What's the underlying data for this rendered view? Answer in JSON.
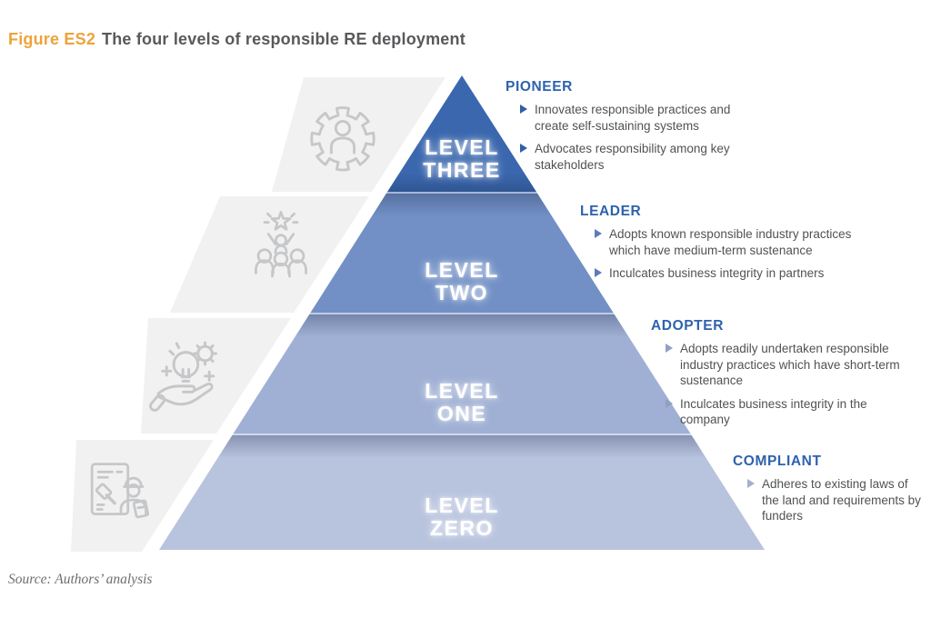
{
  "title": {
    "prefix": "Figure ES2",
    "text": "The four levels of responsible RE deployment"
  },
  "source": "Source: Authors’ analysis",
  "colors": {
    "accent_orange": "#EDA33B",
    "heading_blue": "#2D62AE",
    "panel_gray": "#F1F1F2",
    "icon_gray": "#C6C7C8",
    "level_three": "#3A67AE",
    "level_two": "#7290C6",
    "level_one": "#9FB0D4",
    "level_zero": "#B8C3DE"
  },
  "pyramid": {
    "levels": [
      {
        "label_line1": "LEVEL",
        "label_line2": "THREE",
        "color": "#3A67AE",
        "icon": "gear-person-icon",
        "annotation": {
          "heading": "PIONEER",
          "marker_color": "#2E5FA9",
          "bullets": [
            "Innovates responsible practices and create self-sustaining systems",
            "Advocates responsibility among key stakeholders"
          ]
        }
      },
      {
        "label_line1": "LEVEL",
        "label_line2": "TWO",
        "color": "#7290C6",
        "icon": "team-success-icon",
        "annotation": {
          "heading": "LEADER",
          "marker_color": "#5A7CBC",
          "bullets": [
            "Adopts known responsible industry practices which have medium-term sustenance",
            "Inculcates business integrity in partners"
          ]
        }
      },
      {
        "label_line1": "LEVEL",
        "label_line2": "ONE",
        "color": "#9FB0D4",
        "icon": "innovation-icon",
        "annotation": {
          "heading": "ADOPTER",
          "marker_color": "#8FA0C6",
          "bullets": [
            "Adopts readily undertaken responsible industry practices which have short-term sustenance",
            "Inculcates business integrity in the company"
          ]
        }
      },
      {
        "label_line1": "LEVEL",
        "label_line2": "ZERO",
        "color": "#B8C3DE",
        "icon": "compliance-icon",
        "annotation": {
          "heading": "COMPLIANT",
          "marker_color": "#A5B0CD",
          "bullets": [
            "Adheres to existing laws of the land and requirements by funders"
          ]
        }
      }
    ]
  }
}
